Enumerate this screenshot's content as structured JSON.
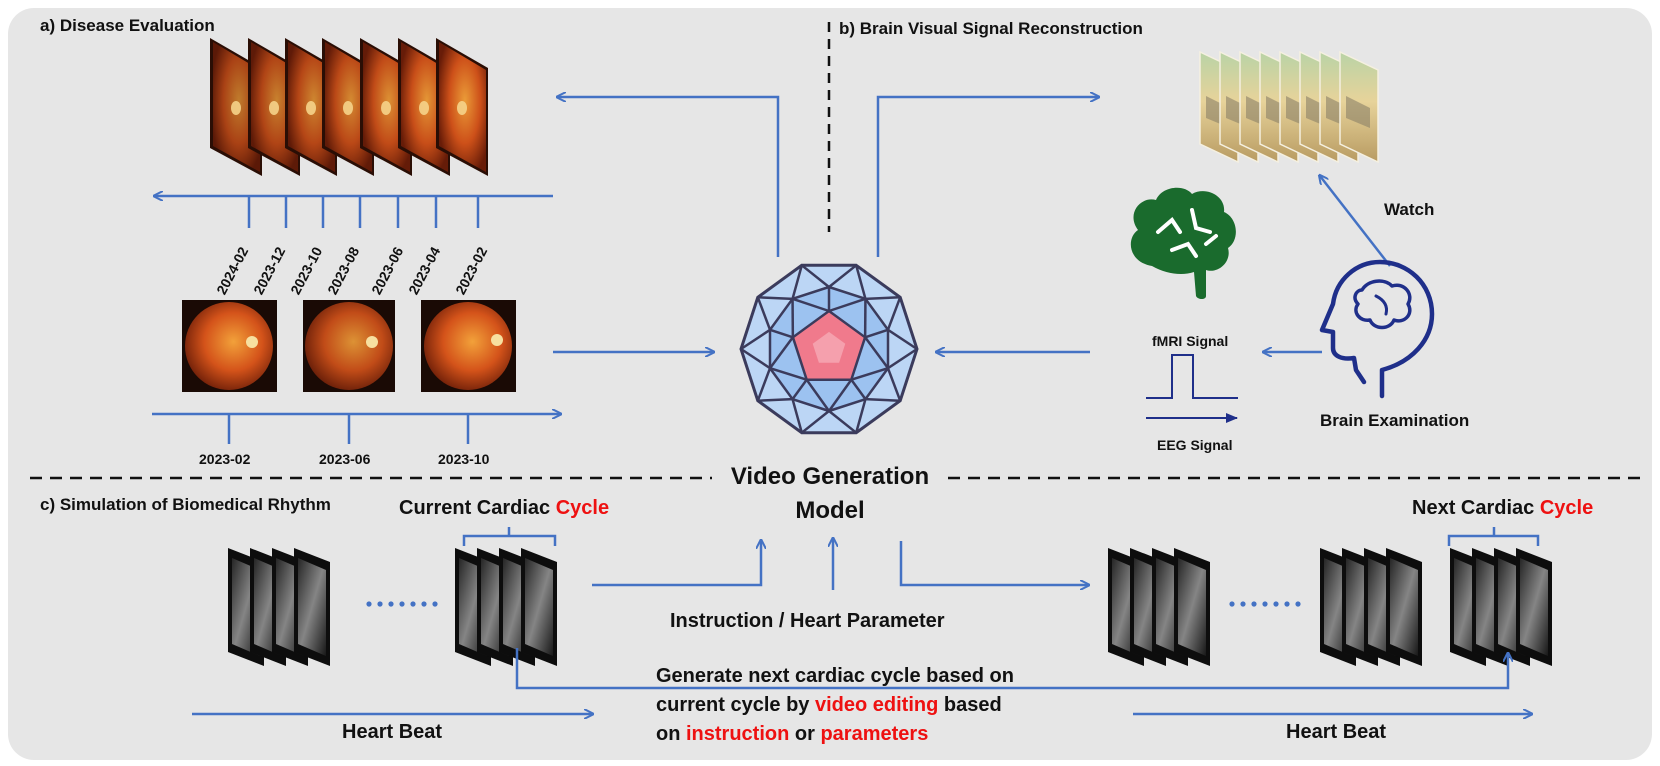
{
  "sections": {
    "a": "a) Disease Evaluation",
    "b": "b) Brain Visual Signal Reconstruction",
    "c": "c) Simulation of Biomedical Rhythm"
  },
  "center": {
    "line1": "Video Generation",
    "line2": "Model"
  },
  "disease": {
    "timeline_dates": [
      "2024-02",
      "2023-12",
      "2023-10",
      "2023-08",
      "2023-06",
      "2023-04",
      "2023-02"
    ],
    "input_dates": [
      "2023-02",
      "2023-06",
      "2023-10"
    ]
  },
  "brain": {
    "watch": "Watch",
    "fmri": "fMRI Signal",
    "eeg": "EEG Signal",
    "exam": "Brain Examination"
  },
  "cardiac": {
    "current_prefix": "Current Cardiac ",
    "next_prefix": "Next Cardiac ",
    "cycle_word": "Cycle",
    "instruction": "Instruction / Heart Parameter",
    "heart_beat": "Heart Beat",
    "gen_line1": "Generate next cardiac cycle based on",
    "gen_line2_a": "current cycle by ",
    "gen_line2_red": "video editing",
    "gen_line2_b": " based",
    "gen_line3_a": "on ",
    "gen_line3_red1": "instruction",
    "gen_line3_b": " or ",
    "gen_line3_red2": "parameters",
    "ellipsis": "......"
  },
  "colors": {
    "arrow": "#4472c4",
    "highlight": "#ee1111",
    "retina": "#c2410c",
    "brain_green": "#1a6b2d",
    "navy": "#1f2f8a"
  },
  "icons": [
    "polyhedron-model-icon",
    "brain-icon",
    "head-profile-icon",
    "fundus-image-icon",
    "echo-frame-icon",
    "wheat-frame-icon"
  ]
}
